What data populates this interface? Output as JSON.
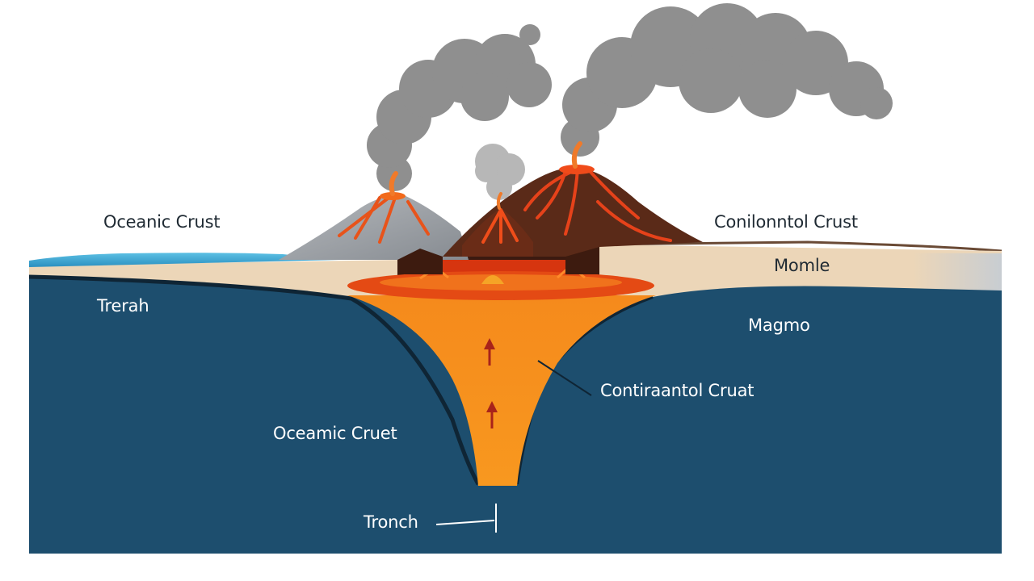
{
  "labels": {
    "oceanic_crust_top": "Oceanic Crust",
    "continental_crust_top": "Conilonntol Crust",
    "mantle": "Momle",
    "trench_upper": "Trerah",
    "magma": "Magmo",
    "continental_crust_pointer": "Contiraantol Cruat",
    "oceanic_crust_lower": "Oceamic Cruet",
    "trench_lower": "Tronch"
  },
  "colors": {
    "ocean_water": "#34a6d4",
    "crust_beige": "#ecd6b8",
    "mantle_navy": "#1d4e6e",
    "magma_orange": "#f7901e",
    "lava_red": "#e63f12",
    "volcano_brown": "#5a2a18",
    "volcano_gray": "#9a9ea3",
    "smoke_gray": "#8e8e8e",
    "arrow_red": "#a8231a"
  },
  "icons": {
    "rising_arrow": "up-arrow-icon"
  }
}
